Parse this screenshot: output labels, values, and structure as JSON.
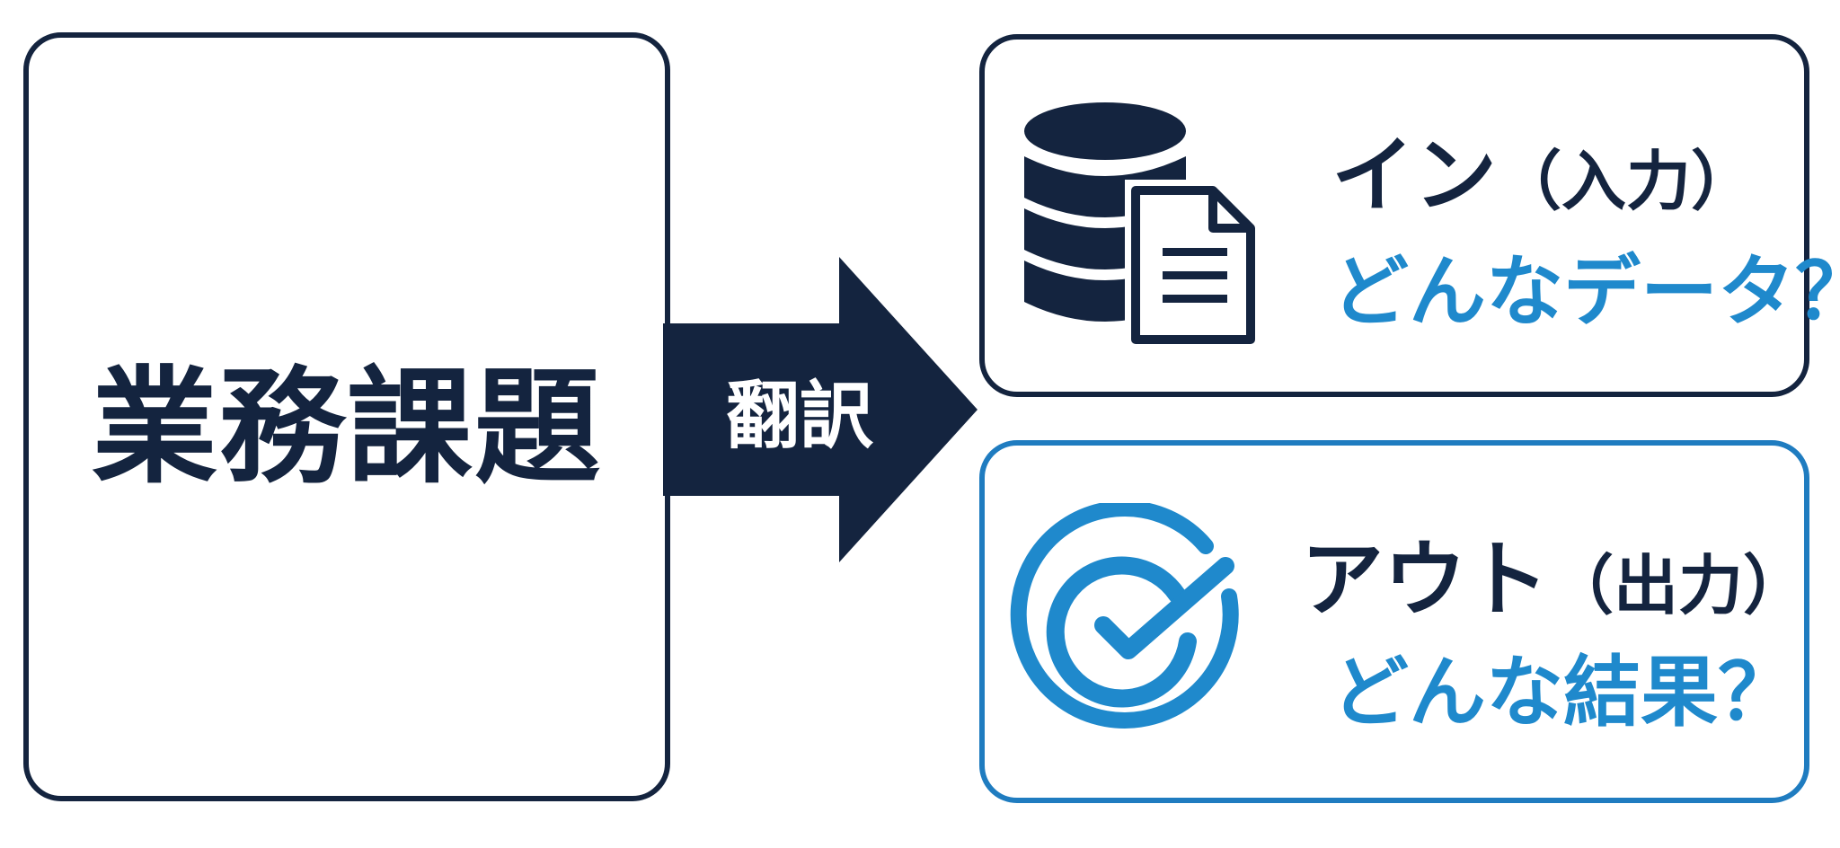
{
  "problem": {
    "label": "業務課題"
  },
  "arrow": {
    "label": "翻訳"
  },
  "input": {
    "title": "イン",
    "paren": "（入力）",
    "question": "どんなデータ？",
    "icon": "database-document-icon"
  },
  "output": {
    "title": "アウト",
    "paren": "（出力）",
    "question": "どんな結果？",
    "icon": "check-circle-icon"
  },
  "colors": {
    "navy": "#14243f",
    "blue": "#1f89cc",
    "blue_border": "#1f7cc0"
  }
}
